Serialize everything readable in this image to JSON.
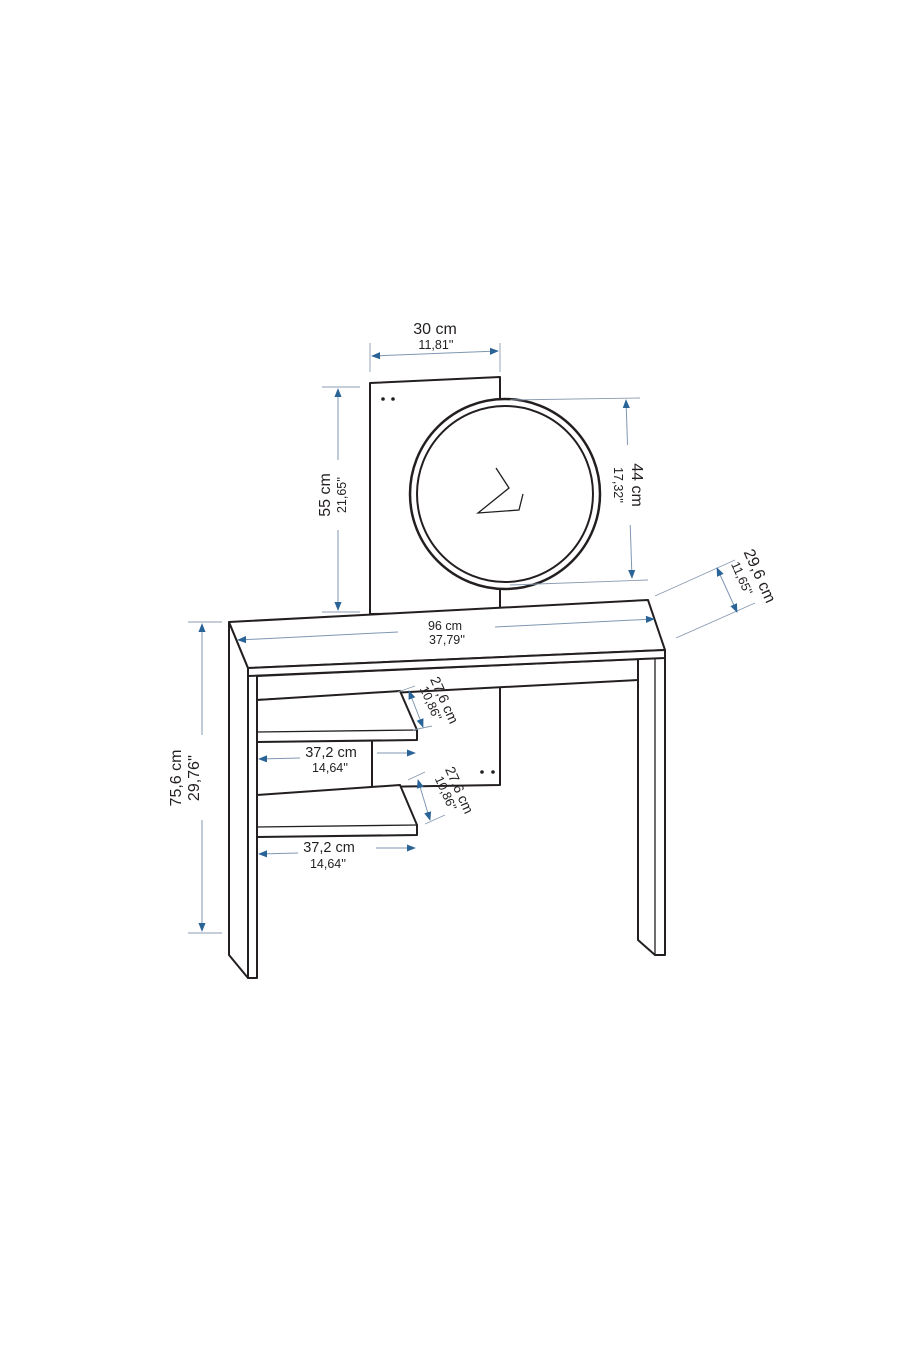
{
  "colors": {
    "arrow": "#2a6496",
    "line": "#231f20"
  },
  "dimensions": {
    "backpanel_width": {
      "cm": "30 cm",
      "in": "11,81''"
    },
    "backpanel_height": {
      "cm": "55 cm",
      "in": "21,65''"
    },
    "mirror_diameter": {
      "cm": "44 cm",
      "in": "17,32''"
    },
    "depth": {
      "cm": "29,6 cm",
      "in": "11,65''"
    },
    "top_width": {
      "cm": "96 cm",
      "in": "37,79''"
    },
    "height": {
      "cm": "75,6 cm",
      "in": "29,76''"
    },
    "shelf1_depth": {
      "cm": "27,6 cm",
      "in": "10,86''"
    },
    "shelf1_width": {
      "cm": "37,2 cm",
      "in": "14,64''"
    },
    "shelf2_depth": {
      "cm": "27,6 cm",
      "in": "10,86''"
    },
    "shelf2_width": {
      "cm": "37,2 cm",
      "in": "14,64''"
    }
  }
}
